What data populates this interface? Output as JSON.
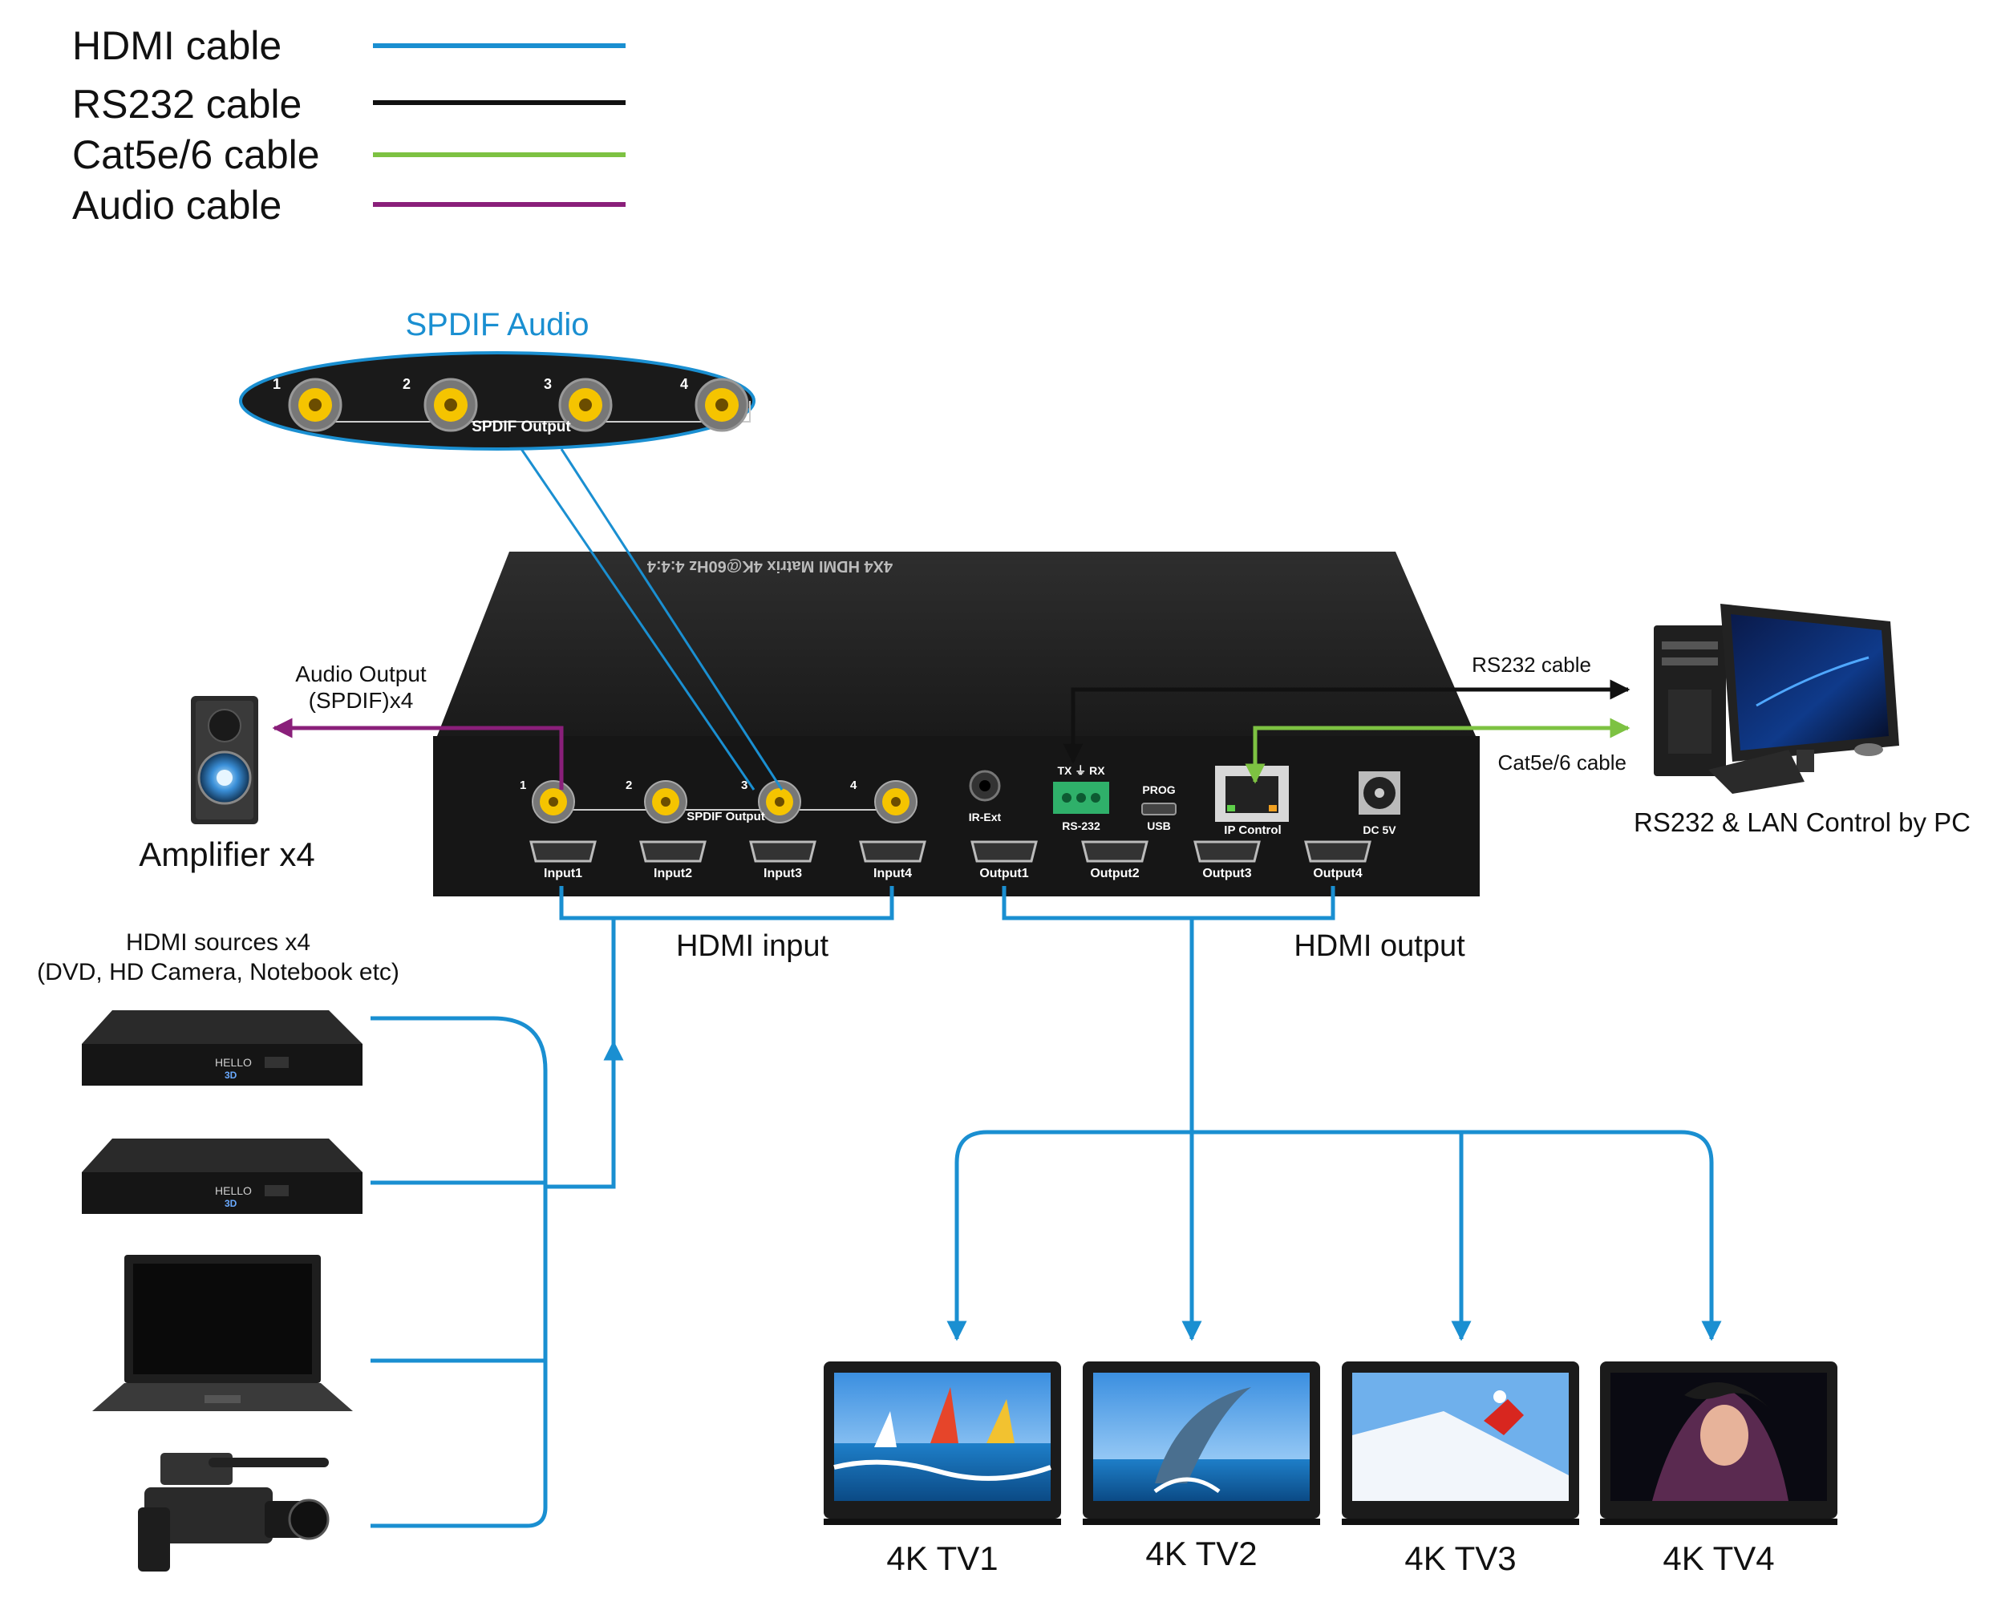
{
  "legend": {
    "items": [
      {
        "label": "HDMI cable",
        "color": "#1a8fd1"
      },
      {
        "label": "RS232 cable",
        "color": "#111111"
      },
      {
        "label": "Cat5e/6 cable",
        "color": "#7dc242"
      },
      {
        "label": "Audio cable",
        "color": "#8a1f7a"
      }
    ]
  },
  "spdif_callout": {
    "title": "SPDIF Audio",
    "port_numbers": [
      "1",
      "2",
      "3",
      "4"
    ],
    "label": "SPDIF Output"
  },
  "device": {
    "top_label": "4X4 HDMI Matrix 4K@60Hz 4:4:4",
    "spdif_numbers": [
      "1",
      "2",
      "3",
      "4"
    ],
    "spdif_label": "SPDIF Output",
    "inputs": [
      "Input1",
      "Input2",
      "Input3",
      "Input4"
    ],
    "outputs": [
      "Output1",
      "Output2",
      "Output3",
      "Output4"
    ],
    "ir_label": "IR-Ext",
    "rs232_top": "TX ⏚ RX",
    "rs232_label": "RS-232",
    "prog_label": "PROG",
    "usb_label": "USB",
    "ip_label": "IP Control",
    "dc_label": "DC 5V"
  },
  "labels": {
    "audio_output_line1": "Audio Output",
    "audio_output_line2": "(SPDIF)x4",
    "amplifier": "Amplifier x4",
    "rs232_cable": "RS232 cable",
    "cat5_cable": "Cat5e/6 cable",
    "pc_control": "RS232 & LAN Control by PC",
    "sources_line1": "HDMI sources x4",
    "sources_line2": "(DVD, HD Camera, Notebook etc)",
    "hdmi_input": "HDMI input",
    "hdmi_output": "HDMI output",
    "dvd_display": "HELLO",
    "dvd_logo": "3D"
  },
  "tvs": [
    "4K TV1",
    "4K TV2",
    "4K TV3",
    "4K TV4"
  ]
}
